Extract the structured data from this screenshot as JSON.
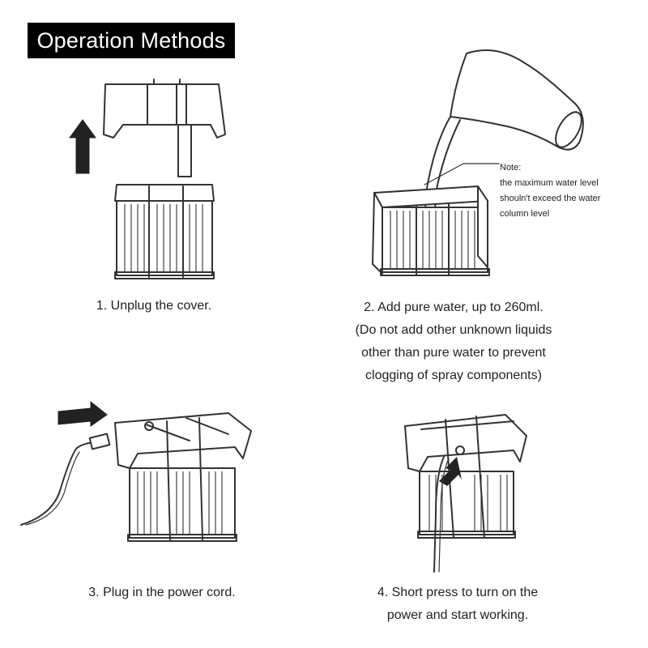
{
  "header": {
    "title": "Operation Methods"
  },
  "steps": [
    {
      "lines": [
        "1. Unplug the cover."
      ]
    },
    {
      "lines": [
        "2. Add pure water, up to 260ml.",
        "(Do not add other unknown liquids",
        "other than pure water to prevent",
        "clogging of spray components)"
      ]
    },
    {
      "lines": [
        "3. Plug in the power cord."
      ]
    },
    {
      "lines": [
        "4. Short press to turn on the",
        "power and start working."
      ]
    }
  ],
  "note": {
    "lines": [
      "Note:",
      "the maximum water level",
      "shouln't exceed the water",
      "column level"
    ]
  },
  "colors": {
    "title_bg": "#000000",
    "title_text": "#ffffff",
    "line": "#333333"
  }
}
